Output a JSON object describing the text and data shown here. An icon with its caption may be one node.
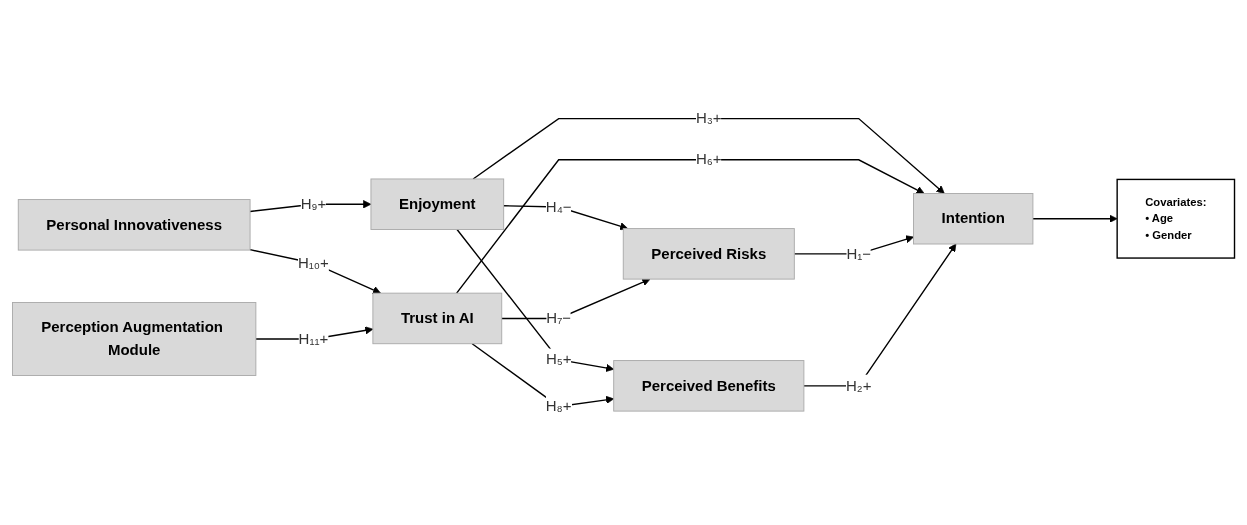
{
  "diagram": {
    "nodes": [
      {
        "text": [
          "Personal Innovativeness"
        ]
      },
      {
        "text": [
          "Enjoyment"
        ]
      },
      {
        "text": [
          "Perception Augmentation Module"
        ]
      },
      {
        "text": [
          "Trust in AI"
        ]
      },
      {
        "text": [
          "Perceived Risks"
        ]
      },
      {
        "text": [
          "Perceived Benefits"
        ]
      },
      {
        "text": [
          "Intention"
        ]
      },
      {
        "text": [
          "Covariates:",
          "• Age",
          "• Gender"
        ]
      }
    ],
    "edges": [
      {
        "from": 0,
        "to": 1,
        "arrow": "to",
        "label": "H₉+"
      },
      {
        "from": 0,
        "to": 3,
        "arrow": "to",
        "label": "H₁₀+"
      },
      {
        "from": 2,
        "to": 3,
        "arrow": "to",
        "label": "H₁₁+"
      },
      {
        "from": 1,
        "to": 4,
        "arrow": "to",
        "label": "H₄−"
      },
      {
        "from": 1,
        "to": 6,
        "arrow": "to",
        "label": "H₃+"
      },
      {
        "from": 1,
        "to": 5,
        "arrow": "to",
        "label": "H₅+"
      },
      {
        "from": 3,
        "to": 4,
        "arrow": "to",
        "label": "H₇−"
      },
      {
        "from": 3,
        "to": 6,
        "arrow": "to",
        "label": "H₆+"
      },
      {
        "from": 3,
        "to": 5,
        "arrow": "to",
        "label": "H₈+"
      },
      {
        "from": 4,
        "to": 6,
        "arrow": "to",
        "label": "H₁−"
      },
      {
        "from": 5,
        "to": 6,
        "arrow": "to",
        "label": "H₂+"
      },
      {
        "from": 6,
        "to": 7,
        "arrow": "to"
      }
    ]
  }
}
